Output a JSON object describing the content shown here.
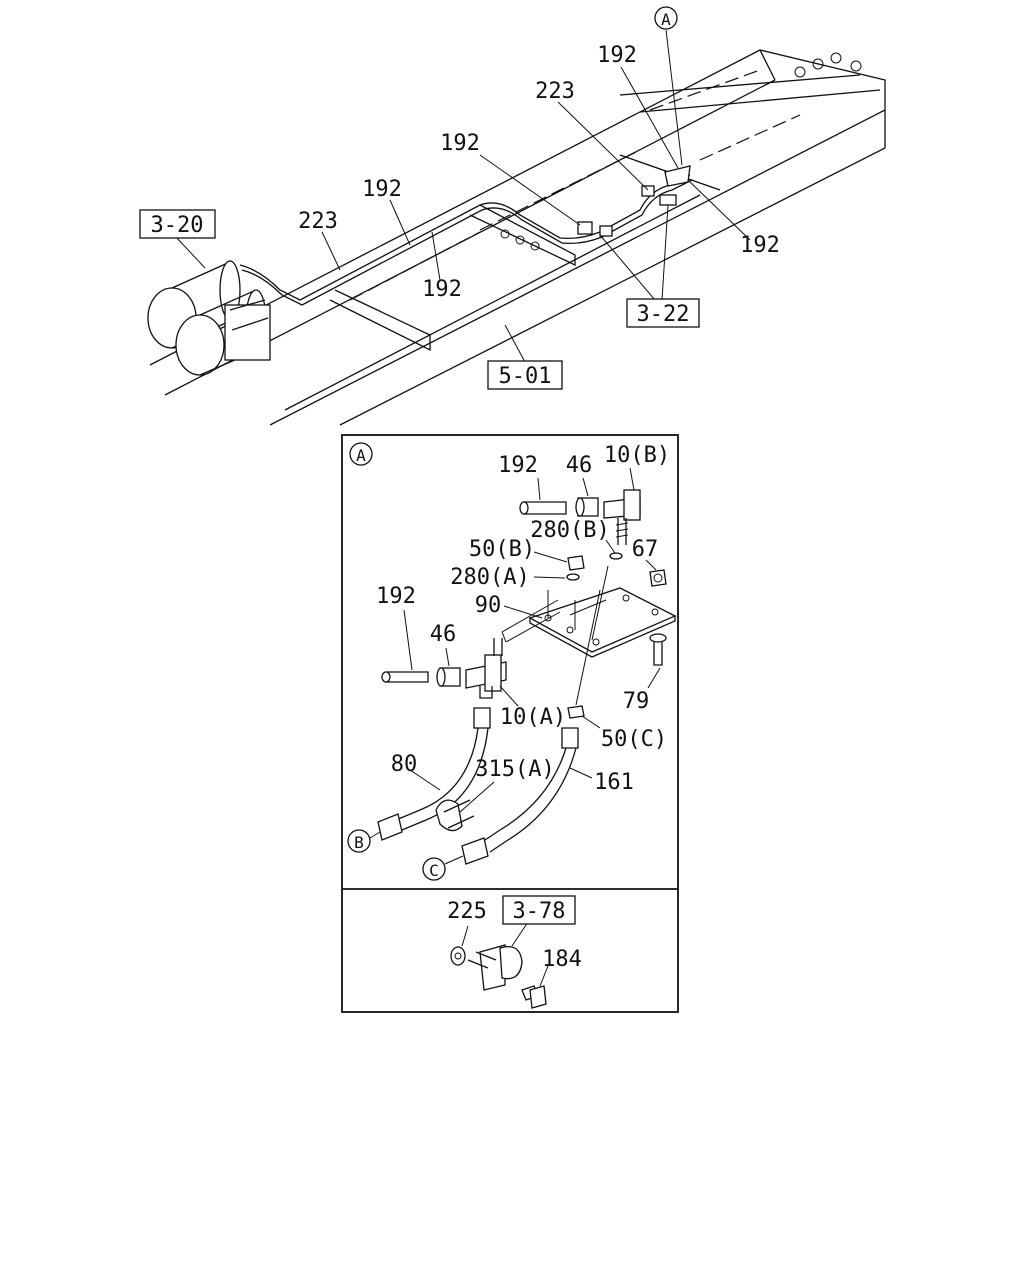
{
  "callouts": {
    "top_a": "A",
    "top_192_a": "192",
    "top_223_a": "223",
    "top_192_b": "192",
    "top_192_c": "192",
    "top_223_b": "223",
    "top_192_d": "192",
    "top_192_e": "192",
    "ref_3_20": "3-20",
    "ref_3_22": "3-22",
    "ref_5_01": "5-01"
  },
  "detail": {
    "marker": "A",
    "labels": {
      "p192_top": "192",
      "p46_top": "46",
      "p10b": "10(B)",
      "p280b": "280(B)",
      "p50b": "50(B)",
      "p67": "67",
      "p280a": "280(A)",
      "p90": "90",
      "p192_mid": "192",
      "p46_mid": "46",
      "p79": "79",
      "p10a": "10(A)",
      "p50c": "50(C)",
      "p80": "80",
      "p315a": "315(A)",
      "p161": "161",
      "end_b": "B",
      "end_c": "C"
    },
    "lower": {
      "p225": "225",
      "ref_3_78": "3-78",
      "p184": "184"
    }
  }
}
